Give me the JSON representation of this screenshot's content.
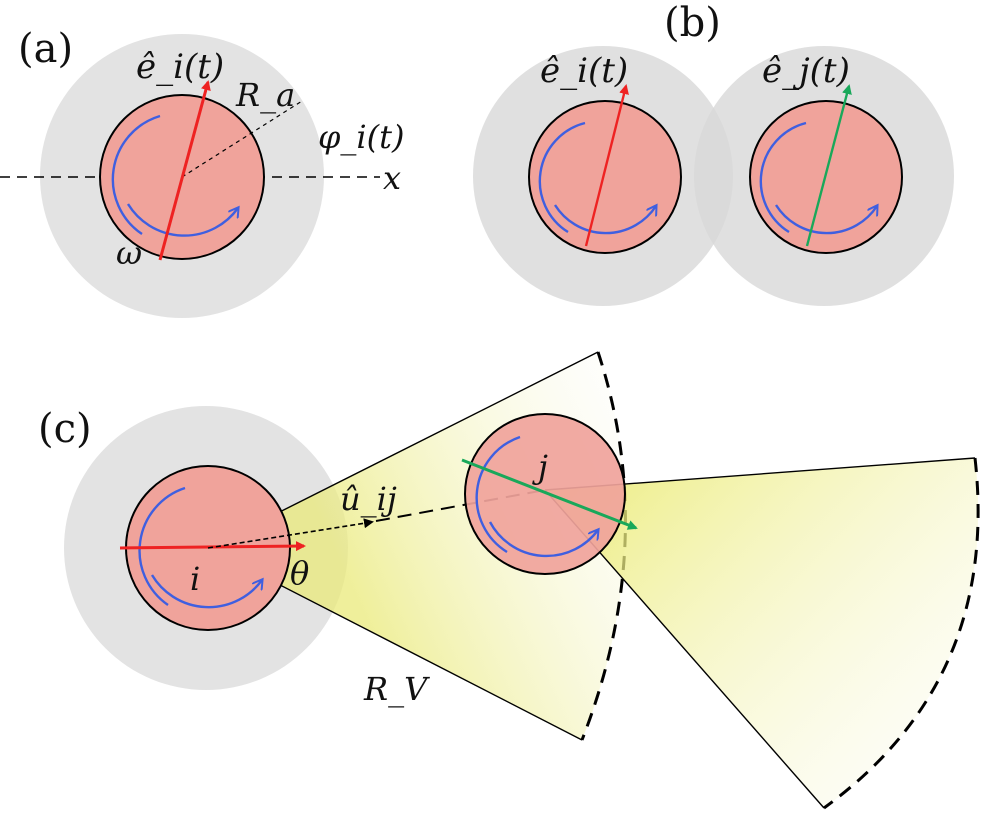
{
  "colors": {
    "particle_fill": "#f0a39b",
    "interaction_zone": "#e3e3e3",
    "heading_i": "#ee2222",
    "heading_j": "#19a85a",
    "rotation": "#3f5fe0",
    "vision_cone": "#efef9a",
    "outline": "#000000"
  },
  "panel_a": {
    "label": "(a)",
    "heading": "ê_i(t)",
    "radius": "R_a",
    "angle": "φ_i(t)",
    "axis": "x",
    "spin": "ω"
  },
  "panel_b": {
    "label": "(b)",
    "heading_i": "ê_i(t)",
    "heading_j": "ê_j(t)"
  },
  "panel_c": {
    "label": "(c)",
    "particle_i": "i",
    "particle_j": "j",
    "unit_vector": "û_ij",
    "half_angle": "θ",
    "vision_radius": "R_V"
  }
}
